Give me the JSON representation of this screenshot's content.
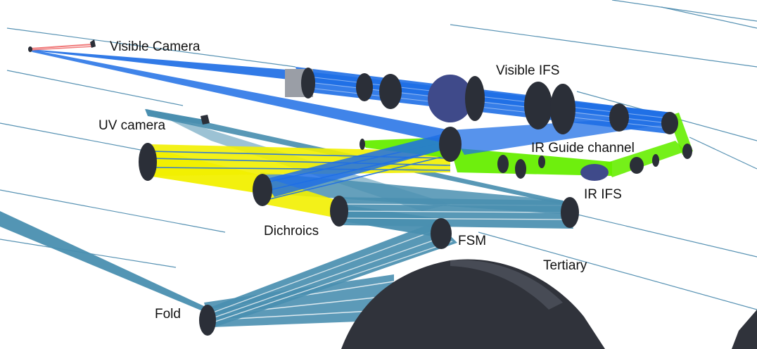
{
  "labels": {
    "visible_camera": "Visible Camera",
    "visible_ifs": "Visible IFS",
    "uv_camera": "UV camera",
    "ir_guide_channel": "IR Guide channel",
    "ir_ifs": "IR IFS",
    "dichroics": "Dichroics",
    "fsm": "FSM",
    "tertiary": "Tertiary",
    "fold": "Fold"
  },
  "colors": {
    "visible_beam": "#1f6fe5",
    "uv_beam": "#4a8fb0",
    "yellow_beam": "#f2f000",
    "ir_beam": "#66ee00",
    "red_beam": "#f07a7a",
    "optic": "#2b2f38",
    "tertiary": "#30333b",
    "thin_rays": "#3a7fa6"
  }
}
